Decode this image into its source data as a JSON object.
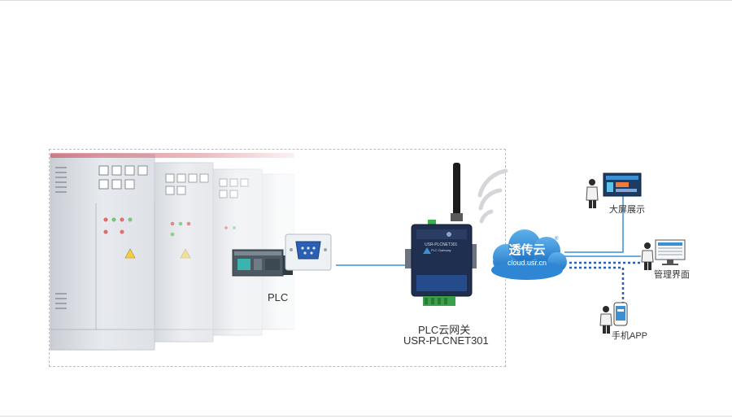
{
  "diagram": {
    "plc_label": "PLC",
    "gateway_name": "PLC云网关",
    "gateway_model": "USR-PLCNET301",
    "gateway_face_label": "USR-PLCNET301",
    "gateway_face_sub": "PLC Gateway",
    "cloud_title": "透传云",
    "cloud_url": "cloud.usr.cn",
    "cloud_mark": "®",
    "clients": [
      {
        "label": "大屏展示"
      },
      {
        "label": "管理界面"
      },
      {
        "label": "手机APP"
      }
    ],
    "colors": {
      "link_line": "#3c8fd0",
      "cloud": "#2e86d4",
      "gateway_body": "#1f2f4f"
    }
  }
}
